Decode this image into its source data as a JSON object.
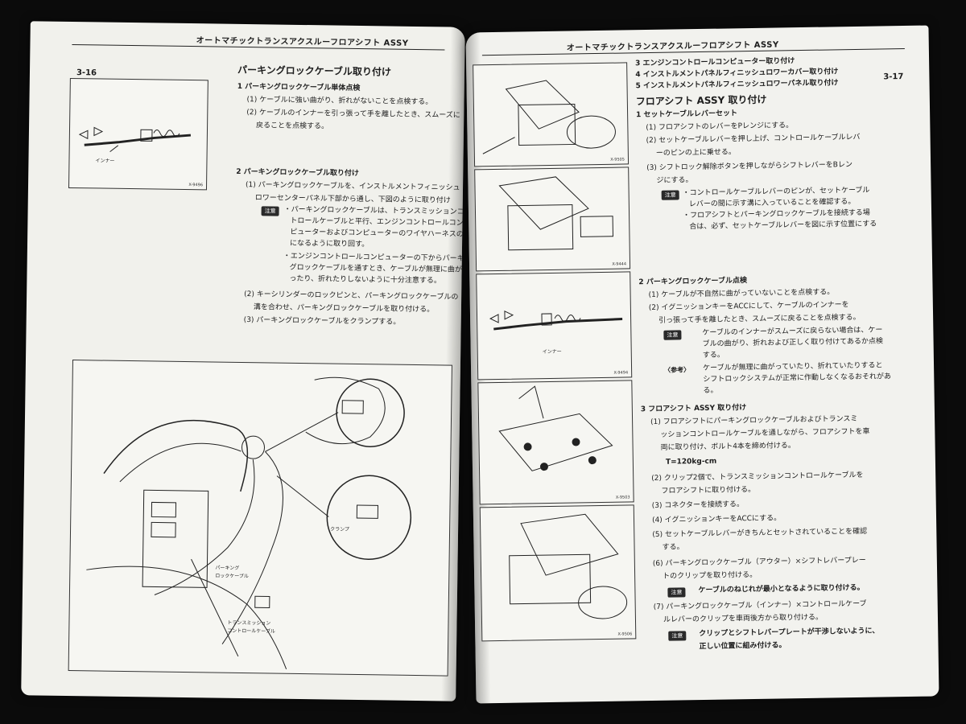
{
  "running_head": "オートマチックトランスアクスルーフロアシフト ASSY",
  "left": {
    "page_number": "3-16",
    "figure_top": {
      "label": "インナー",
      "code": "X-9496"
    },
    "section1": {
      "title": "パーキングロックケーブル取り付け",
      "heading": "1 パーキングロックケーブル単体点検",
      "items": [
        "(1) ケーブルに強い曲がり、折れがないことを点検する。",
        "(2) ケーブルのインナーを引っ張って手を離したとき、スムーズに",
        "戻ることを点検する。"
      ]
    },
    "section2": {
      "heading": "2 パーキングロックケーブル取り付け",
      "items": [
        "(1) パーキングロックケーブルを、インストルメントフィニッシュ",
        "ロワーセンターパネル下部から通し、下図のように取り付け",
        "・パーキングロックケーブルは、トランスミッションコン",
        "トロールケーブルと平行、エンジンコントロールコン",
        "ピューターおよびコンピューターのワイヤハーネスの下",
        "になるように取り回す。",
        "・エンジンコントロールコンピューターの下からパーキン",
        "グロックケーブルを通すとき、ケーブルが無理に曲が",
        "ったり、折れたりしないように十分注意する。",
        "(2) キーシリンダーのロックピンと、パーキングロックケーブルの",
        "溝を合わせ、パーキングロックケーブルを取り付ける。",
        "(3) パーキングロックケーブルをクランプする。"
      ]
    },
    "note_label": "注意",
    "diagram": {
      "labels": [
        "クランプ",
        "パーキング",
        "ロックケーブル",
        "トランスミッション",
        "コントロールケーブル"
      ]
    }
  },
  "right": {
    "page_number": "3-17",
    "steps_top": [
      "3 エンジンコントロールコンピューター取り付け",
      "4 インストルメントパネルフィニッシュロワーカバー取り付け",
      "5 インストルメントパネルフィニッシュロワーパネル取り付け"
    ],
    "section_title1": "フロアシフト ASSY 取り付け",
    "sub1": {
      "heading": "1 セットケーブルレバーセット",
      "items": [
        "(1) フロアシフトのレバーをPレンジにする。",
        "(2) セットケーブルレバーを押し上げ、コントロールケーブルレバ",
        "ーのピンの上に乗せる。",
        "(3) シフトロック解除ボタンを押しながらシフトレバーをBレン",
        "ジにする。"
      ]
    },
    "note1": [
      "・コントロールケーブルレバーのピンが、セットケーブル",
      "レバーの間に示す溝に入っていることを確認する。",
      "・フロアシフトとパーキングロックケーブルを接続する場",
      "合は、必ず、セットケーブルレバーを図に示す位置にする"
    ],
    "sub2": {
      "heading": "2 パーキングロックケーブル点検",
      "items": [
        "(1) ケーブルが不自然に曲がっていないことを点検する。",
        "(2) イグニッションキーをACCにして、ケーブルのインナーを",
        "引っ張って手を離したとき、スムーズに戻ることを点検する。"
      ]
    },
    "note2": [
      "ケーブルのインナーがスムーズに戻らない場合は、ケー",
      "ブルの曲がり、折れおよび正しく取り付けてあるか点検",
      "する。"
    ],
    "ref_label": "〈参考〉",
    "ref_lines": [
      "ケーブルが無理に曲がっていたり、折れていたりすると",
      "シフトロックシステムが正常に作動しなくなるおそれがあ",
      "る。"
    ],
    "sub3": {
      "heading": "3 フロアシフト ASSY 取り付け",
      "items": [
        "(1) フロアシフトにパーキングロックケーブルおよびトランスミ",
        "ッションコントロールケーブルを通しながら、フロアシフトを車",
        "両に取り付け、ボルト4本を締め付ける。",
        "T=120kg-cm",
        "(2) クリップ2個で、トランスミッションコントロールケーブルを",
        "フロアシフトに取り付ける。",
        "(3) コネクターを接続する。",
        "(4) イグニッションキーをACCにする。",
        "(5) セットケーブルレバーがきちんとセットされていることを確認",
        "する。",
        "(6) パーキングロックケーブル（アウター）×シフトレバープレー",
        "トのクリップを取り付ける。",
        "ケーブルのねじれが最小となるように取り付ける。",
        "(7) パーキングロックケーブル（インナー）×コントロールケーブ",
        "ルレバーのクリップを車両後方から取り付ける。",
        "クリップとシフトレバープレートが干渉しないように、",
        "正しい位置に組み付ける。"
      ]
    },
    "note_label": "注意",
    "figures": [
      {
        "code": "X-9505"
      },
      {
        "code": "X-9444"
      },
      {
        "code": "X-9494",
        "label": "インナー"
      },
      {
        "code": "X-9503"
      },
      {
        "code": "X-9506"
      }
    ]
  }
}
